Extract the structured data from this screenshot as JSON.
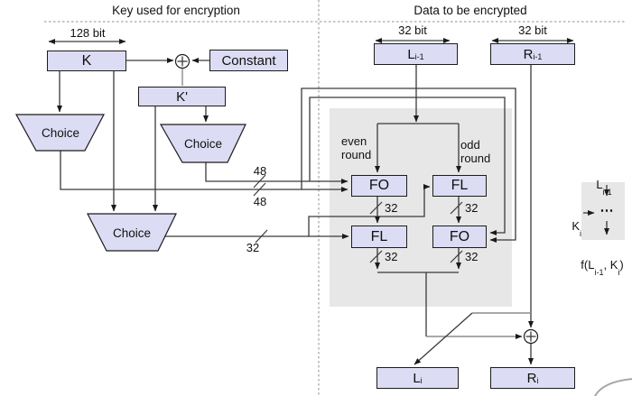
{
  "colors": {
    "box_fill": "#dcdcf4",
    "box_border": "#1c1c1c",
    "panel_fill": "#e7e7e7",
    "wire": "#3a3a3a",
    "wire_gray": "#8c8c8c"
  },
  "header": {
    "left_title": "Key used for encryption",
    "right_title": "Data to be encrypted"
  },
  "key_panel": {
    "bus_width": "128 bit",
    "k_label": "K",
    "constant_label": "Constant",
    "k_prime_label": "K'",
    "choice1_label": "Choice",
    "choice2_label": "Choice",
    "choice3_label": "Choice",
    "bus_48_top": "48",
    "bus_48_bottom": "48",
    "bus_32": "32"
  },
  "data_panel": {
    "bus_width_left": "32 bit",
    "bus_width_right": "32 bit",
    "l_prev": {
      "main": "L",
      "sub": "i-1"
    },
    "r_prev": {
      "main": "R",
      "sub": "i-1"
    },
    "even_round_label": "even round",
    "odd_round_label": "odd round",
    "fo_even_label": "FO",
    "fl_odd_label": "FL",
    "fl_even_label": "FL",
    "fo_odd_label": "FO",
    "bus_fo_even": "32",
    "bus_fl_odd": "32",
    "bus_fl_even": "32",
    "bus_fo_odd": "32",
    "l_next": {
      "main": "L",
      "sub": "i"
    },
    "r_next": {
      "main": "R",
      "sub": "i"
    }
  },
  "side_figure": {
    "input": {
      "main": "L",
      "sub": "i-1"
    },
    "round_key": {
      "main": "K",
      "sub": "i"
    },
    "dots": "⋯",
    "output": {
      "p1": "f(L",
      "s1": "i-1",
      "p2": ", K",
      "s2": "i",
      "p3": ")"
    }
  }
}
